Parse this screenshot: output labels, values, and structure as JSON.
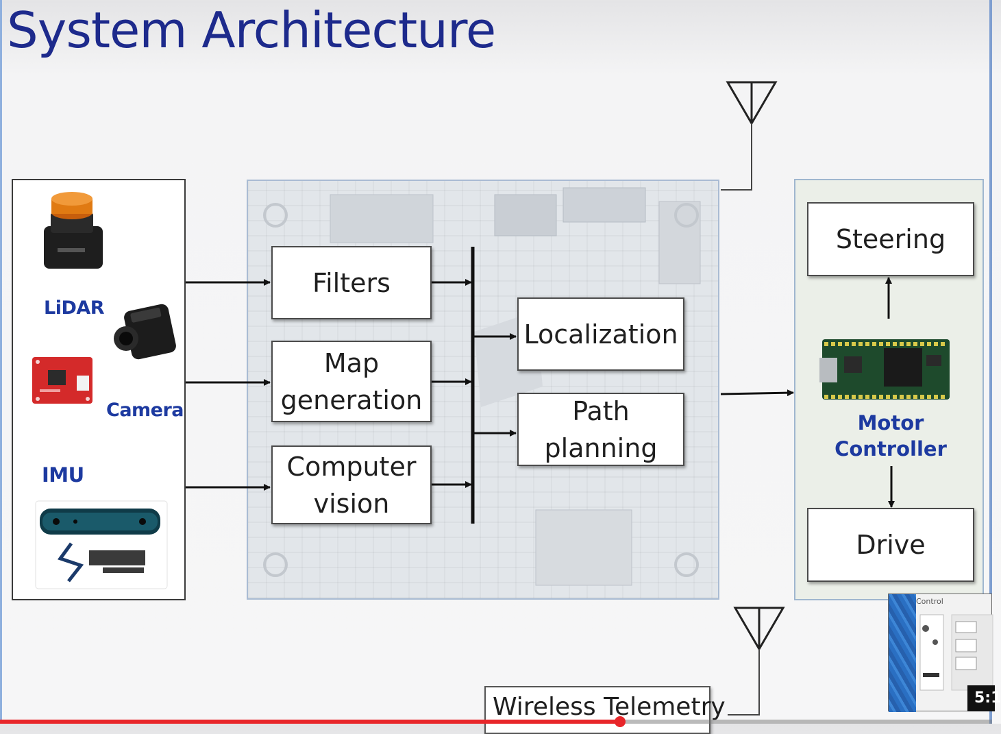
{
  "slide": {
    "title": "System Architecture"
  },
  "sensors": {
    "lidar_label": "LiDAR",
    "camera_label": "Camera",
    "imu_label": "IMU"
  },
  "processing": {
    "filters": "Filters",
    "map_generation": "Map generation",
    "computer_vision": "Computer vision",
    "localization": "Localization",
    "path_planning": "Path planning"
  },
  "control": {
    "steering": "Steering",
    "motor_controller": "Motor Controller",
    "drive": "Drive"
  },
  "telemetry": {
    "label": "Wireless Telemetry"
  },
  "player": {
    "thumbnail_title": "Control",
    "time": "5:1",
    "progress": 0.625
  },
  "colors": {
    "title": "#1d2a8c",
    "sensor_label": "#1d3aa0",
    "progress": "#e8262a",
    "board_border": "#a9bbd3"
  },
  "icons": [
    "lidar-icon",
    "camera-icon",
    "imu-board-icon",
    "structure-sensor-icon",
    "antenna-icon",
    "teensy-board-icon"
  ]
}
